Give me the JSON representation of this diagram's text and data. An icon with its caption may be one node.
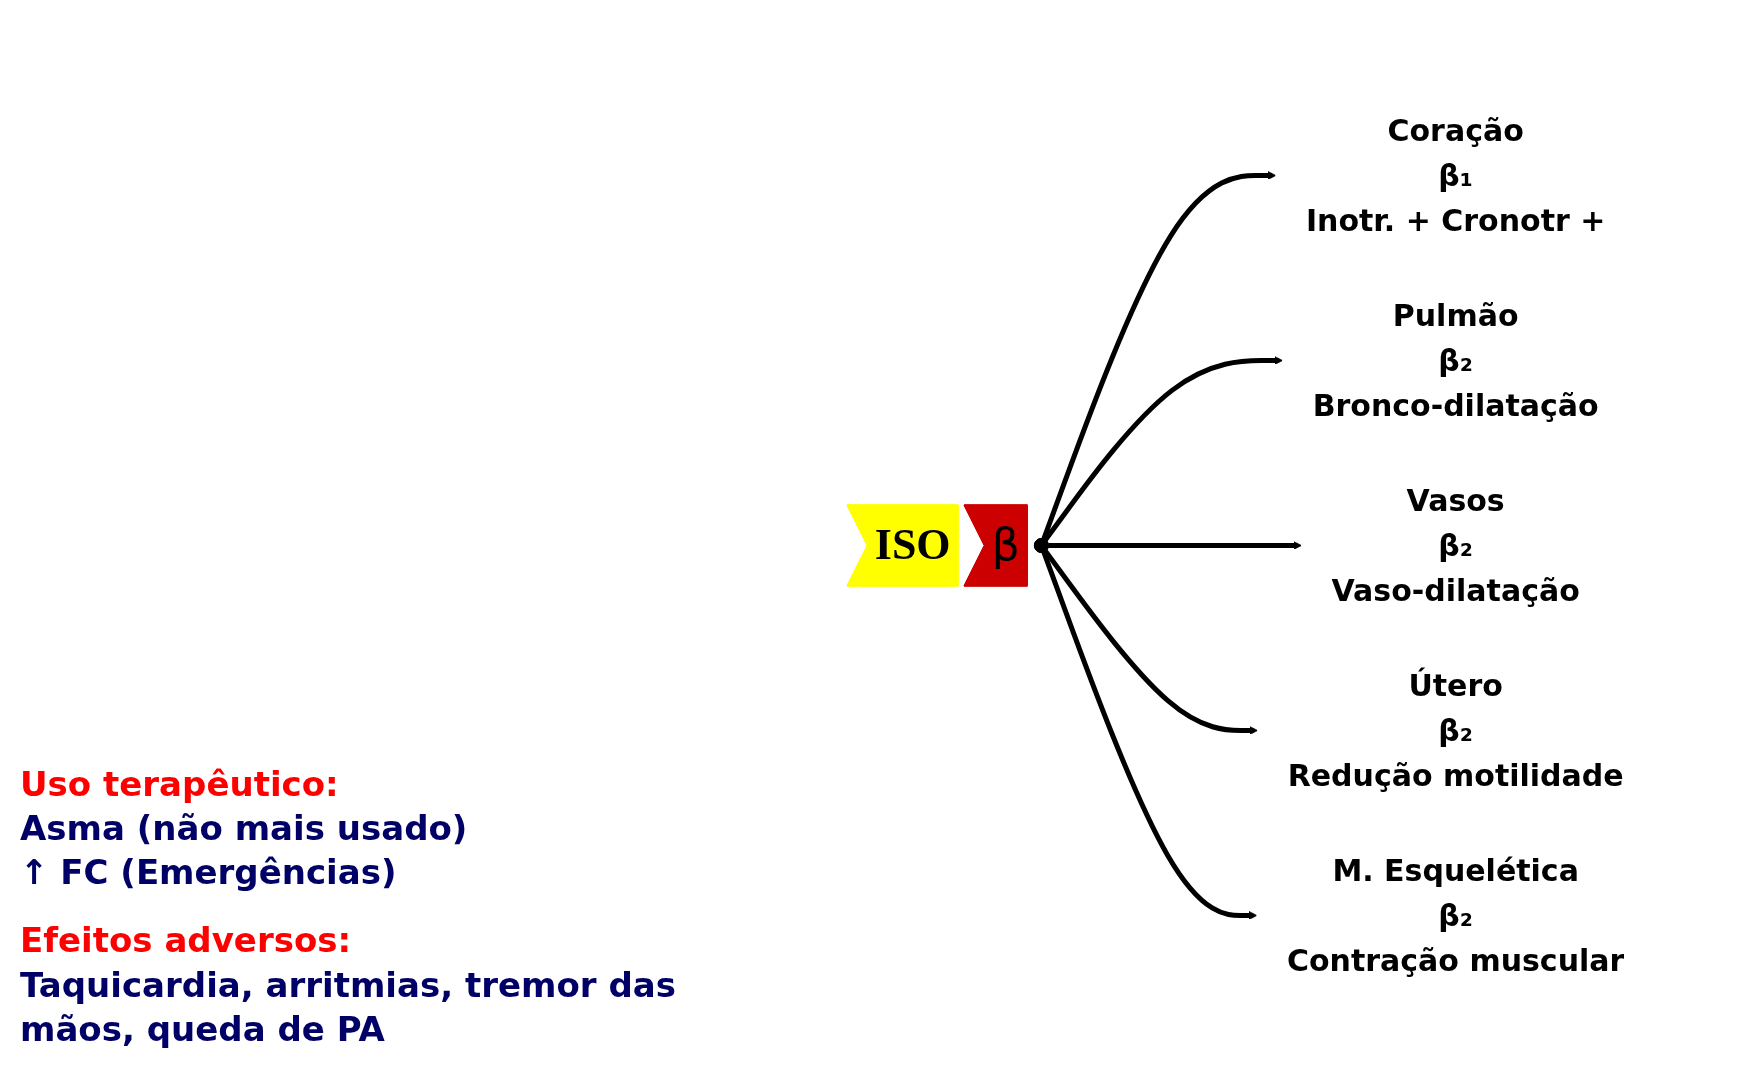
{
  "diagram": {
    "nodes": [
      {
        "text": [
          "ISO"
        ]
      },
      {
        "text": [
          "β"
        ]
      },
      {
        "text": [],
        "shape": "circle"
      },
      {
        "text": [
          "Coração",
          "β₁",
          "Inotr. + Cronotr +"
        ]
      },
      {
        "text": [
          "Pulmão",
          "β₂",
          "Bronco-dilatação"
        ]
      },
      {
        "text": [
          "Vasos",
          "β₂",
          "Vaso-dilatação"
        ]
      },
      {
        "text": [
          "Útero",
          "β₂",
          "Redução motilidade"
        ]
      },
      {
        "text": [
          "M. Esquelética",
          "β₂",
          "Contração muscular"
        ]
      }
    ],
    "edges": [
      {
        "from": 2,
        "to": 3,
        "arrow": "to"
      },
      {
        "from": 2,
        "to": 4,
        "arrow": "to"
      },
      {
        "from": 2,
        "to": 5,
        "arrow": "to"
      },
      {
        "from": 2,
        "to": 6,
        "arrow": "to"
      },
      {
        "from": 2,
        "to": 7,
        "arrow": "to"
      }
    ],
    "labels": [
      "Uso terapêutico:",
      "Asma (não mais usado)",
      "↑ FC (Emergências)",
      "Efeitos adversos:",
      "Taquicardia, arritmias, tremor das mãos, queda de PA"
    ]
  }
}
